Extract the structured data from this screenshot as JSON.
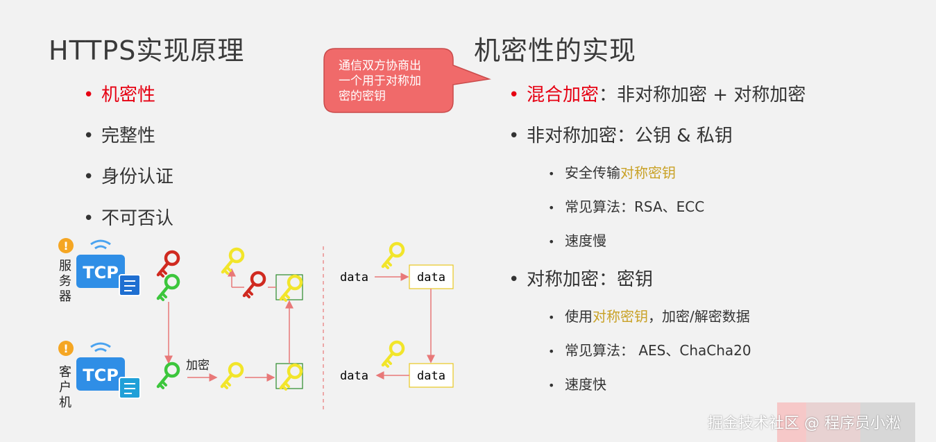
{
  "left": {
    "title": "HTTPS实现原理",
    "items": [
      {
        "label": "机密性",
        "highlight": true
      },
      {
        "label": "完整性",
        "highlight": false
      },
      {
        "label": "身份认证",
        "highlight": false
      },
      {
        "label": "不可否认",
        "highlight": false
      }
    ]
  },
  "callout": {
    "text_line1": "通信双方协商出",
    "text_line2": "一个用于对称加",
    "text_line3": "密的密钥"
  },
  "right": {
    "title": "机密性的实现",
    "hybrid": {
      "label_red": "混合加密",
      "label_rest": "：非对称加密 + 对称加密"
    },
    "asym": {
      "label": "非对称加密：公钥 & 私钥",
      "subs": [
        {
          "pre": "安全传输",
          "gold": "对称密钥",
          "post": ""
        },
        {
          "pre": "常见算法：RSA、ECC",
          "gold": "",
          "post": ""
        },
        {
          "pre": "速度慢",
          "gold": "",
          "post": ""
        }
      ]
    },
    "sym": {
      "label": "对称加密：密钥",
      "subs": [
        {
          "pre": "使用",
          "gold": "对称密钥",
          "post": "，加密/解密数据"
        },
        {
          "pre": "常见算法： AES、ChaCha20",
          "gold": "",
          "post": ""
        },
        {
          "pre": "速度快",
          "gold": "",
          "post": ""
        }
      ]
    }
  },
  "diagram": {
    "server_label": "服务器",
    "server_chars": [
      "服",
      "务",
      "器"
    ],
    "client_chars": [
      "客",
      "户",
      "机"
    ],
    "tcp_label": "TCP",
    "alert_symbol": "!",
    "encrypt_label": "加密",
    "data_labels": {
      "top_plain": "data",
      "top_box": "data",
      "bottom_plain": "data",
      "bottom_box": "data"
    }
  },
  "watermark": {
    "text": "掘金技术社区 @ 程序员小淞"
  },
  "colors": {
    "accent_red": "#e60012",
    "gold": "#c9a227",
    "bubble": "#f06a6a",
    "tcp_blue": "#2f8ee6",
    "key_red": "#d02a20",
    "key_green": "#3cc63c",
    "key_yellow": "#f2e52a",
    "arrow": "#e87878"
  }
}
